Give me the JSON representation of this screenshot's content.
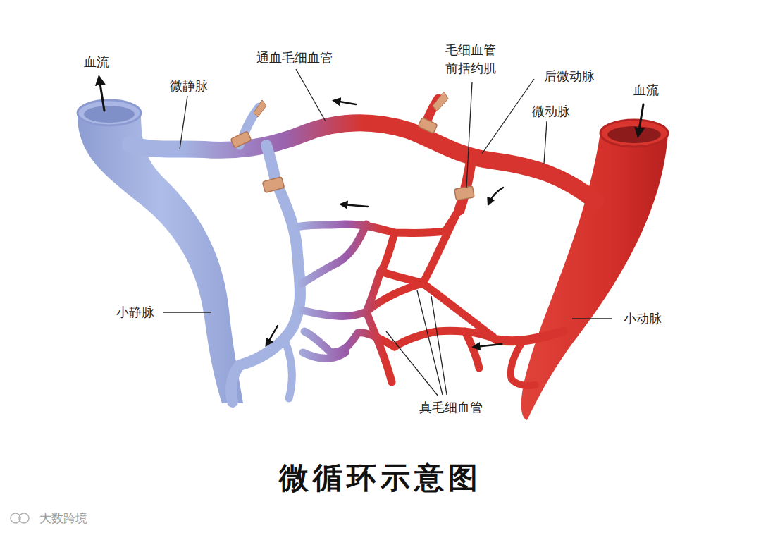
{
  "diagram": {
    "title": "微循环示意图",
    "labels": [
      "血流",
      "微静脉",
      "通血毛细血管",
      "毛细血管 前括约肌",
      "后微动脉",
      "微动脉",
      "血流",
      "小静脉",
      "小动脉",
      "真毛细血管",
      "大数跨境"
    ]
  }
}
